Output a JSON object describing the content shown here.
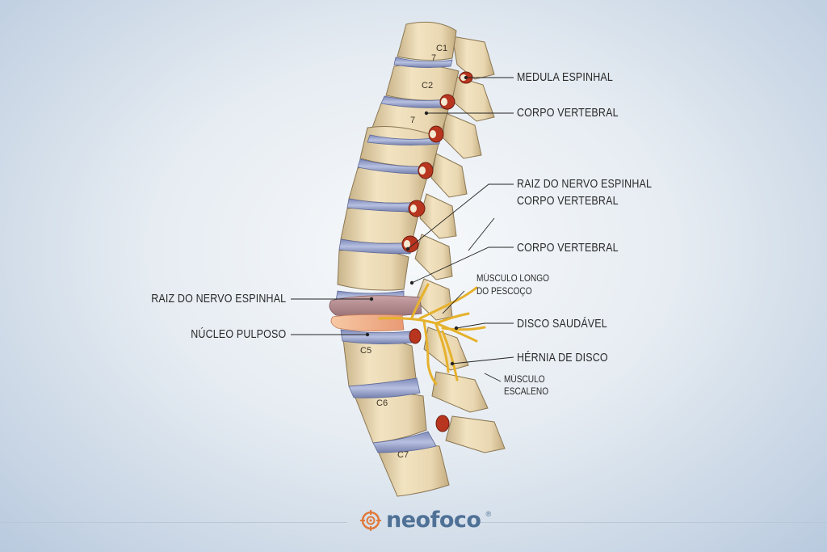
{
  "labels": {
    "medula": "MEDULA ESPINHAL",
    "corpo1": "CORPO VERTEBRAL",
    "raiz_r": "RAIZ DO NERVO ESPINHAL",
    "corpo2": "CORPO VERTEBRAL",
    "corpo3": "CORPO VERTEBRAL",
    "musculo_longo_1": "MÚSCULO LONGO",
    "musculo_longo_2": "DO PESCOÇO",
    "disco_saudavel": "DISCO SAUDÁVEL",
    "hernia": "HÉRNIA DE DISCO",
    "escaleno_1": "MÚSCULO",
    "escaleno_2": "ESCALENO",
    "raiz_l": "RAIZ DO NERVO ESPINHAL",
    "nucleo": "NÚCLEO PULPOSO"
  },
  "vertebra_labels": {
    "c1": "C1",
    "c1_num": "7",
    "c2": "C2",
    "c3_num": "7",
    "c5": "C5",
    "c6": "C6",
    "c7": "C7"
  },
  "brand": {
    "name": "neofoco",
    "reg": "®",
    "color": "#4f7196",
    "accent": "#e07a3c"
  },
  "colors": {
    "bone": "#ecdcb8",
    "disc": "#9aa6cf",
    "foramen": "#b8351f",
    "nerve": "#e8b72f"
  }
}
